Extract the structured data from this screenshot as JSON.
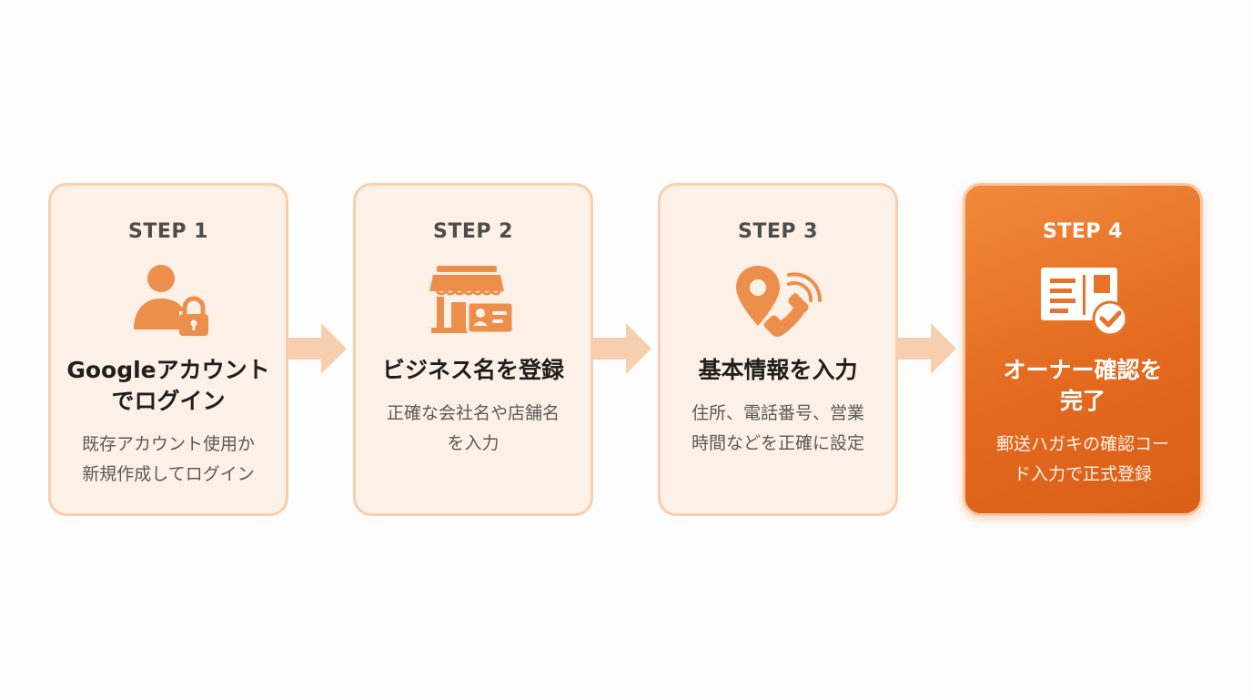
{
  "colors": {
    "accent": "#ec7a2c",
    "card_bg": "#fdf0e6",
    "card_border": "#f7cfae",
    "arrow": "#f7cfae",
    "icon": "#ec8f4c"
  },
  "steps": [
    {
      "label": "STEP 1",
      "icon": "user-lock-icon",
      "title_lines": [
        "Googleアカウント",
        "でログイン"
      ],
      "desc_lines": [
        "既存アカウント使用か",
        "新規作成してログイン"
      ]
    },
    {
      "label": "STEP 2",
      "icon": "store-id-card-icon",
      "title_lines": [
        "ビジネス名を登録"
      ],
      "desc_lines": [
        "正確な会社名や店舗名",
        "を入力"
      ]
    },
    {
      "label": "STEP 3",
      "icon": "location-phone-icon",
      "title_lines": [
        "基本情報を入力"
      ],
      "desc_lines": [
        "住所、電話番号、営業",
        "時間などを正確に設定"
      ]
    },
    {
      "label": "STEP 4",
      "icon": "postcard-check-icon",
      "title_lines": [
        "オーナー確認を",
        "完了"
      ],
      "desc_lines": [
        "郵送ハガキの確認コー",
        "ド入力で正式登録"
      ]
    }
  ]
}
